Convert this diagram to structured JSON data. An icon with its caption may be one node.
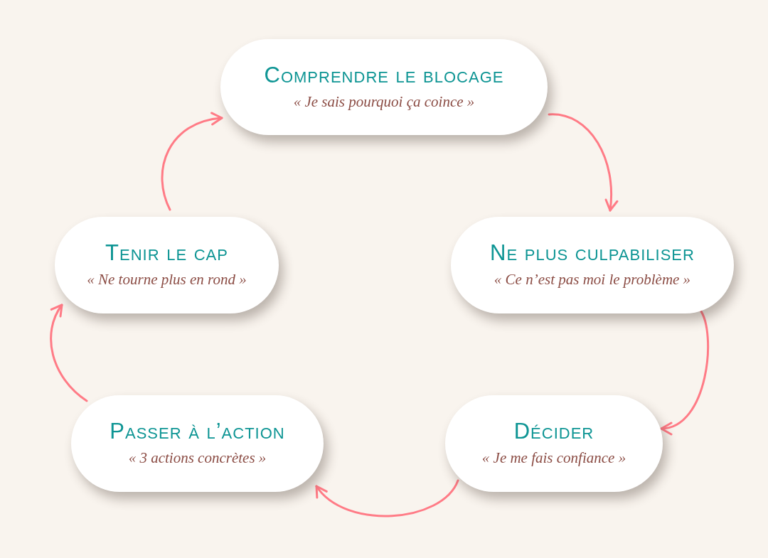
{
  "diagram": {
    "nodes": [
      {
        "text": [
          "Comprendre le blocage",
          "« Je sais pourquoi ça coince »"
        ]
      },
      {
        "text": [
          "Ne plus culpabiliser",
          "« Ce n’est pas moi le problème »"
        ]
      },
      {
        "text": [
          "Décider",
          "« Je me fais confiance »"
        ]
      },
      {
        "text": [
          "Passer à l’action",
          "« 3 actions concrètes »"
        ]
      },
      {
        "text": [
          "Tenir le cap",
          "« Ne tourne plus en rond »"
        ]
      }
    ],
    "edges": [
      {
        "from": 0,
        "to": 1,
        "arrow": "to"
      },
      {
        "from": 1,
        "to": 2,
        "arrow": "to"
      },
      {
        "from": 2,
        "to": 3,
        "arrow": "to"
      },
      {
        "from": 3,
        "to": 4,
        "arrow": "to"
      },
      {
        "from": 4,
        "to": 0,
        "arrow": "to"
      }
    ]
  }
}
